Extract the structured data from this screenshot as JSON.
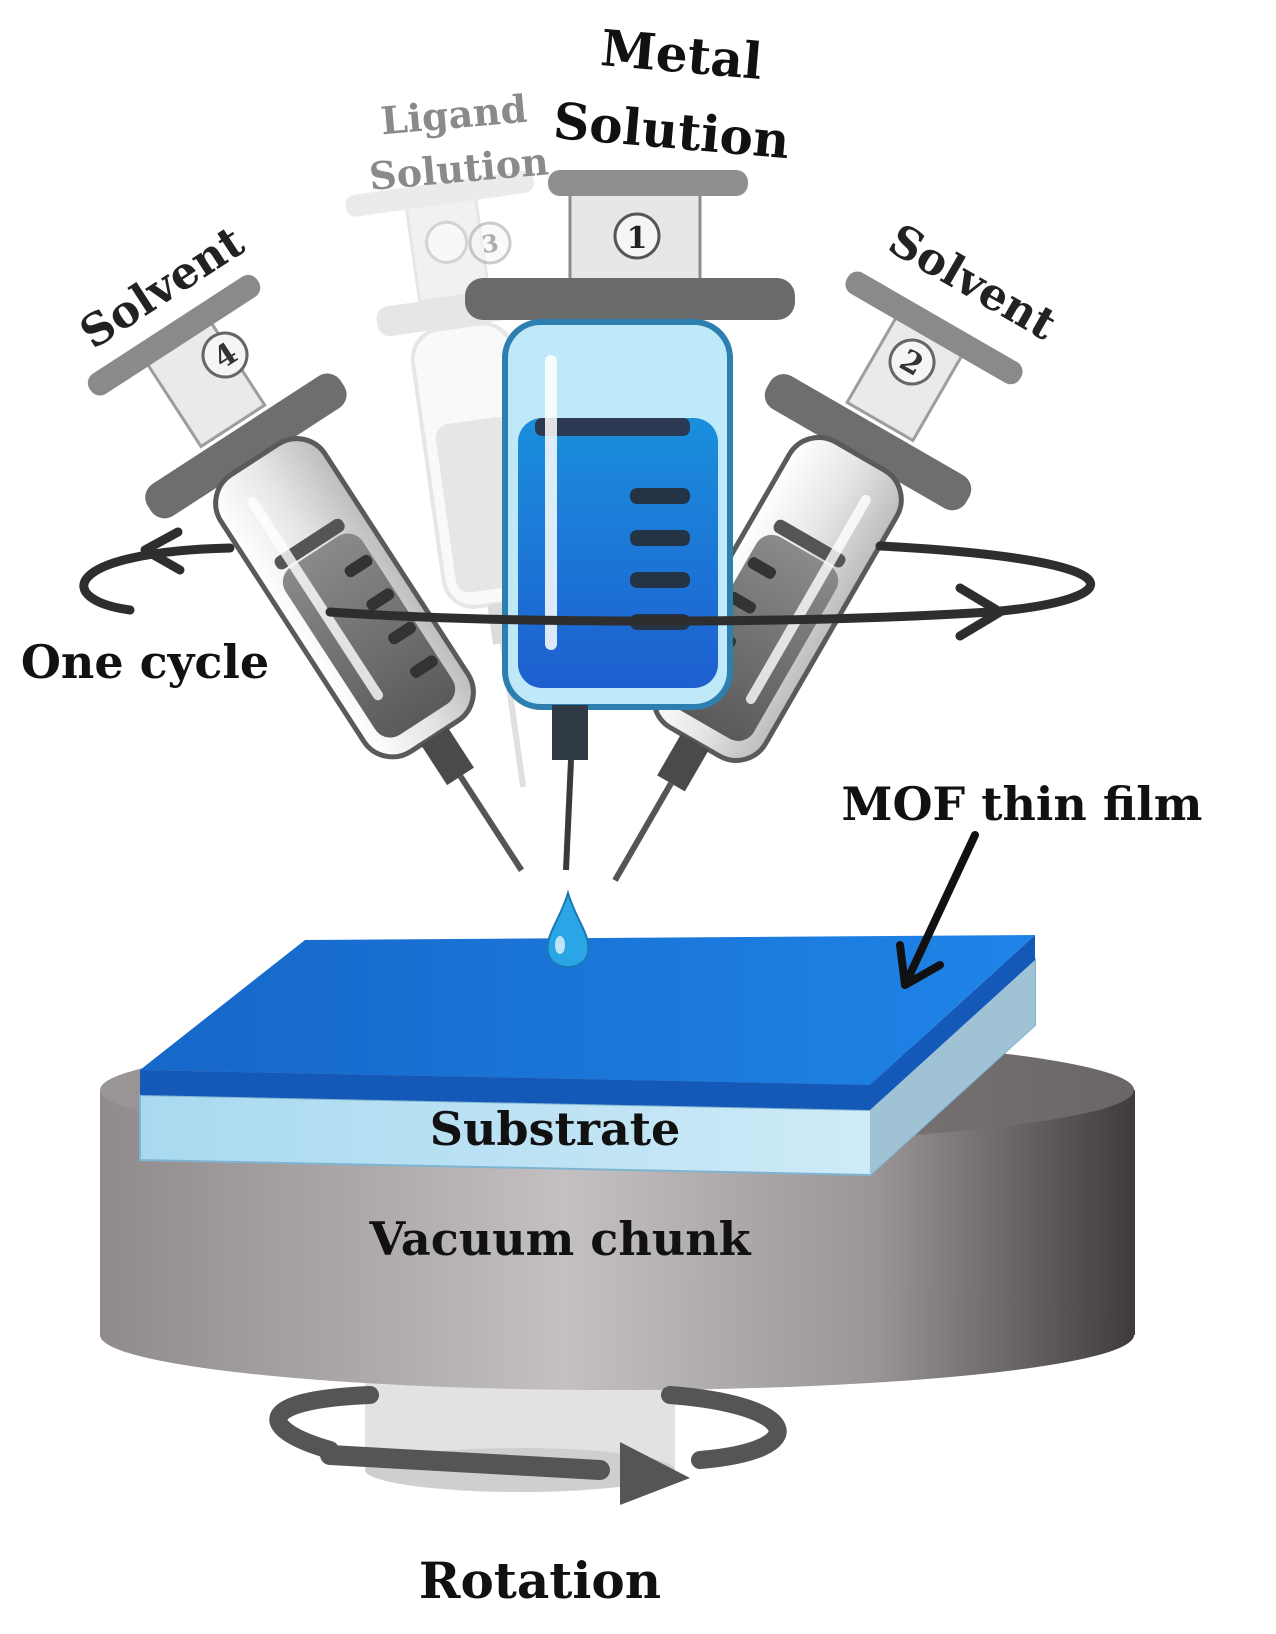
{
  "labels": {
    "metal_line1": "Metal",
    "metal_line2": "Solution",
    "ligand_line1": "Ligand",
    "ligand_line2": "Solution",
    "solvent_left": "Solvent",
    "solvent_right": "Solvent",
    "one_cycle": "One cycle",
    "mof_film": "MOF thin film",
    "substrate": "Substrate",
    "vacuum_chunk": "Vacuum chunk",
    "rotation": "Rotation"
  },
  "syringes": [
    {
      "number": "1",
      "content": "Metal Solution"
    },
    {
      "number": "2",
      "content": "Solvent"
    },
    {
      "number": "3",
      "content": "Ligand Solution"
    },
    {
      "number": "4",
      "content": "Solvent"
    }
  ],
  "colors": {
    "film": "#1a73d6",
    "substrate": "#bfe3f5",
    "chunk_dark": "#5e5a5c",
    "chunk_light": "#c9c5c6",
    "liquid": "#2aa6e6",
    "arrow": "#333333"
  },
  "icons": [
    "syringe-icon",
    "droplet-icon",
    "rotation-arrow-icon",
    "cycle-arrow-icon",
    "pointer-arrow-icon"
  ]
}
